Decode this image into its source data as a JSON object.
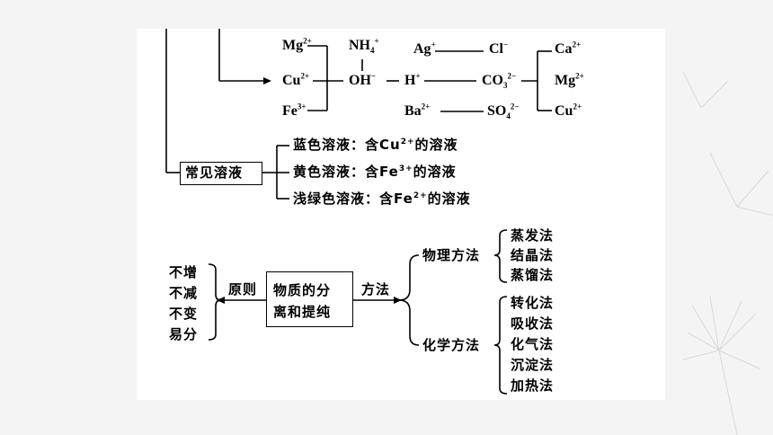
{
  "ions": {
    "mg": "Mg",
    "mg_c": "2+",
    "cu": "Cu",
    "cu_c": "2+",
    "fe": "Fe",
    "fe_c": "3+",
    "nh4": "NH",
    "nh4_sub": "4",
    "nh4_c": "+",
    "oh": "OH",
    "oh_c": "−",
    "ag": "Ag",
    "ag_c": "+",
    "h": "H",
    "h_c": "+",
    "ba": "Ba",
    "ba_c": "2+",
    "cl": "Cl",
    "cl_c": "−",
    "co3": "CO",
    "co3_sub": "3",
    "co3_c": "2−",
    "so4": "SO",
    "so4_sub": "4",
    "so4_c": "2−",
    "ca_r": "Ca",
    "ca_r_c": "2+",
    "mg_r": "Mg",
    "mg_r_c": "2+",
    "cu_r": "Cu",
    "cu_r_c": "2+"
  },
  "solutions": {
    "box_label": "常见溶液",
    "blue_pre": "蓝色溶液：含Cu",
    "blue_c": "2+",
    "blue_post": "的溶液",
    "yellow_pre": "黄色溶液：含Fe",
    "yellow_c": "3+",
    "yellow_post": "的溶液",
    "green_pre": "浅绿色溶液：含Fe",
    "green_c": "2+",
    "green_post": "的溶液"
  },
  "separation": {
    "center_line1": "物质的分",
    "center_line2": "离和提纯",
    "principle_label": "原则",
    "method_label": "方法",
    "principles": [
      "不增",
      "不减",
      "不变",
      "易分"
    ],
    "physical_label": "物理方法",
    "physical_methods": [
      "蒸发法",
      "结晶法",
      "蒸馏法"
    ],
    "chemical_label": "化学方法",
    "chemical_methods": [
      "转化法",
      "吸收法",
      "化气法",
      "沉淀法",
      "加热法"
    ]
  }
}
